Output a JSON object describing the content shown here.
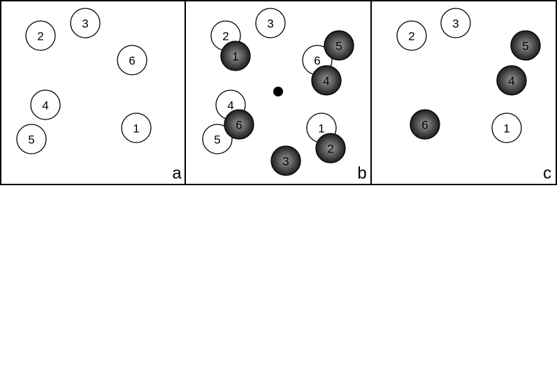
{
  "colors": {
    "frame": "#000000",
    "open_circle_fill": "#ffffff",
    "filled_circle_gradient_inner": "#9a9a9a",
    "filled_circle_gradient_outer": "#1e1e1e",
    "center_dot": "#000000"
  },
  "panels": [
    {
      "letter": "a",
      "circles": [
        {
          "label": "2",
          "style": "open"
        },
        {
          "label": "3",
          "style": "open"
        },
        {
          "label": "6",
          "style": "open"
        },
        {
          "label": "4",
          "style": "open"
        },
        {
          "label": "5",
          "style": "open"
        },
        {
          "label": "1",
          "style": "open"
        }
      ]
    },
    {
      "letter": "b",
      "circles": [
        {
          "label": "2",
          "style": "open"
        },
        {
          "label": "1",
          "style": "filled"
        },
        {
          "label": "3",
          "style": "open"
        },
        {
          "label": "6",
          "style": "open"
        },
        {
          "label": "5",
          "style": "filled"
        },
        {
          "label": "4",
          "style": "filled"
        },
        {
          "label": "4",
          "style": "open"
        },
        {
          "label": "5",
          "style": "open"
        },
        {
          "label": "6",
          "style": "filled"
        },
        {
          "label": "1",
          "style": "open"
        },
        {
          "label": "2",
          "style": "filled"
        },
        {
          "label": "3",
          "style": "filled"
        }
      ],
      "has_center_dot": true
    },
    {
      "letter": "c",
      "circles": [
        {
          "label": "2",
          "style": "open"
        },
        {
          "label": "3",
          "style": "open"
        },
        {
          "label": "5",
          "style": "filled"
        },
        {
          "label": "4",
          "style": "filled"
        },
        {
          "label": "6",
          "style": "filled"
        },
        {
          "label": "1",
          "style": "open"
        }
      ]
    }
  ]
}
